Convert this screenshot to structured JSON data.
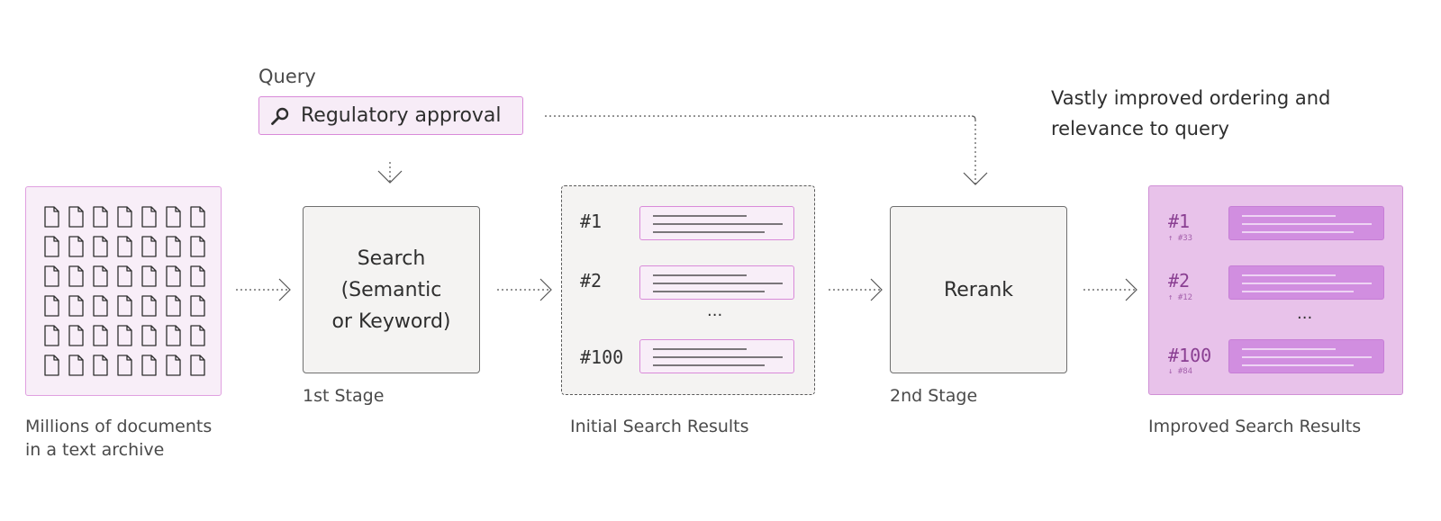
{
  "query": {
    "heading": "Query",
    "text": "Regulatory approval"
  },
  "archive": {
    "caption_line1": "Millions of documents",
    "caption_line2": "in a text archive"
  },
  "stage1": {
    "line1": "Search",
    "line2": "(Semantic",
    "line3": "or Keyword)",
    "caption": "1st Stage"
  },
  "initial_results": {
    "caption": "Initial Search Results",
    "ranks": [
      "#1",
      "#2",
      "#100"
    ],
    "ellipsis": "..."
  },
  "stage2": {
    "label": "Rerank",
    "caption": "2nd Stage"
  },
  "improved_results": {
    "caption": "Improved Search Results",
    "note_line1": "Vastly improved ordering and",
    "note_line2": "relevance to query",
    "ranks": [
      "#1",
      "#2",
      "#100"
    ],
    "previous": [
      "↑ #33",
      "↑ #12",
      "↓ #84"
    ],
    "ellipsis": "..."
  },
  "icons": {
    "search": "search-icon",
    "document": "document-icon",
    "arrow": "arrow-right-icon"
  },
  "colors": {
    "accent_border": "#d98ad9",
    "accent_fill": "#f8eef8",
    "improved_fill": "#e8c2ea",
    "improved_card": "#d18ee0"
  }
}
